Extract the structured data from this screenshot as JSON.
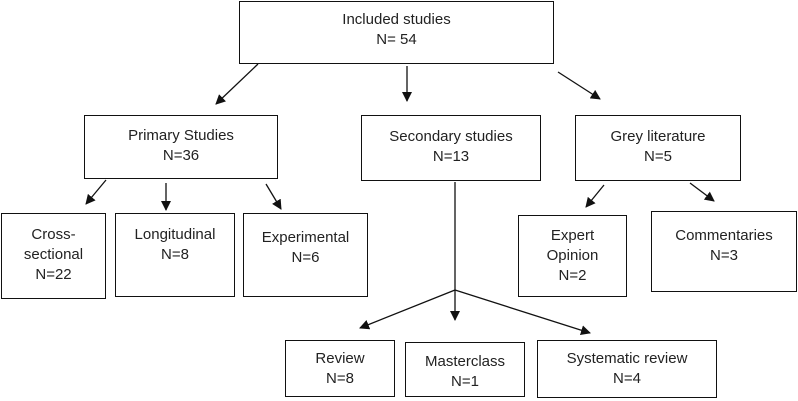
{
  "diagram": {
    "included": {
      "title": "Included studies",
      "count": "N= 54"
    },
    "primary": {
      "title": "Primary Studies",
      "count": "N=36"
    },
    "secondary": {
      "title": "Secondary studies",
      "count": "N=13"
    },
    "grey": {
      "title": "Grey literature",
      "count": "N=5"
    },
    "cross_sectional": {
      "line1": "Cross-",
      "line2": "sectional",
      "count": "N=22"
    },
    "longitudinal": {
      "title": "Longitudinal",
      "count": "N=8"
    },
    "experimental": {
      "title": "Experimental",
      "count": "N=6"
    },
    "expert_opinion": {
      "line1": "Expert",
      "line2": "Opinion",
      "count": "N=2"
    },
    "commentaries": {
      "title": "Commentaries",
      "count": "N=3"
    },
    "review": {
      "title": "Review",
      "count": "N=8"
    },
    "masterclass": {
      "title": "Masterclass",
      "count": "N=1"
    },
    "systematic_review": {
      "title": "Systematic review",
      "count": "N=4"
    }
  }
}
